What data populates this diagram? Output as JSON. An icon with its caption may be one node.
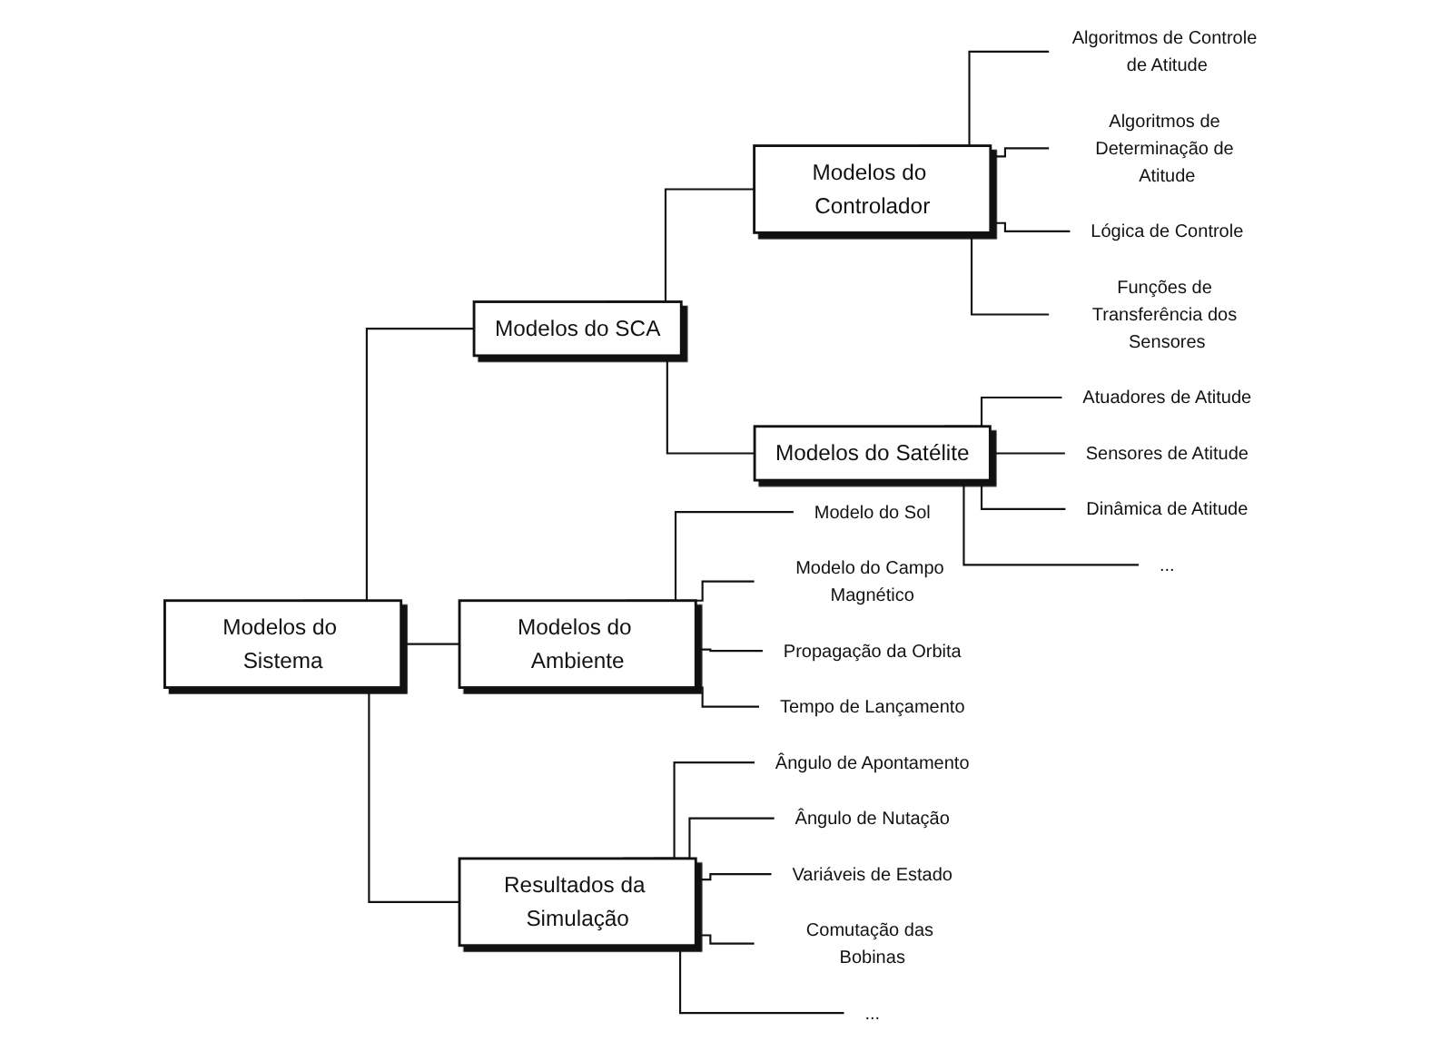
{
  "diagram": {
    "nodes": [
      {
        "text": [
          "Modelos do Sistema"
        ]
      },
      {
        "text": [
          "Modelos do Ambiente"
        ]
      },
      {
        "text": [
          "Modelos do SCA"
        ]
      },
      {
        "text": [
          "Resultados da Simulação"
        ]
      },
      {
        "text": [
          "Modelos do Controlador"
        ]
      },
      {
        "text": [
          "Modelos do Satélite"
        ]
      },
      {
        "text": [
          "Modelo do Sol"
        ]
      },
      {
        "text": [
          "Modelo do Campo Magnético"
        ]
      },
      {
        "text": [
          "Propagação da Orbita"
        ]
      },
      {
        "text": [
          "Tempo de Lançamento"
        ]
      },
      {
        "text": [
          "Algoritmos de Controle de Atitude"
        ]
      },
      {
        "text": [
          "Algoritmos de Determinação de Atitude"
        ]
      },
      {
        "text": [
          "Lógica de Controle"
        ]
      },
      {
        "text": [
          "Funções de Transferência dos Sensores"
        ]
      },
      {
        "text": [
          "Atuadores de Atitude"
        ]
      },
      {
        "text": [
          "Sensores de Atitude"
        ]
      },
      {
        "text": [
          "Dinâmica de Atitude"
        ]
      },
      {
        "text": [
          "..."
        ]
      },
      {
        "text": [
          "Ângulo de Apontamento"
        ]
      },
      {
        "text": [
          "Ângulo de Nutação"
        ]
      },
      {
        "text": [
          "Variáveis de Estado"
        ]
      },
      {
        "text": [
          "Comutação das Bobinas"
        ]
      },
      {
        "text": [
          "..."
        ]
      }
    ],
    "edges": [
      {
        "from": 0,
        "to": 1,
        "arrow": "none"
      },
      {
        "from": 0,
        "to": 2,
        "arrow": "none"
      },
      {
        "from": 0,
        "to": 3,
        "arrow": "none"
      },
      {
        "from": 2,
        "to": 4,
        "arrow": "none"
      },
      {
        "from": 2,
        "to": 5,
        "arrow": "none"
      },
      {
        "from": 1,
        "to": 6,
        "arrow": "none"
      },
      {
        "from": 1,
        "to": 7,
        "arrow": "none"
      },
      {
        "from": 1,
        "to": 8,
        "arrow": "none"
      },
      {
        "from": 1,
        "to": 9,
        "arrow": "none"
      },
      {
        "from": 4,
        "to": 10,
        "arrow": "none"
      },
      {
        "from": 4,
        "to": 11,
        "arrow": "none"
      },
      {
        "from": 4,
        "to": 12,
        "arrow": "none"
      },
      {
        "from": 4,
        "to": 13,
        "arrow": "none"
      },
      {
        "from": 5,
        "to": 14,
        "arrow": "none"
      },
      {
        "from": 5,
        "to": 15,
        "arrow": "none"
      },
      {
        "from": 5,
        "to": 16,
        "arrow": "none"
      },
      {
        "from": 5,
        "to": 17,
        "arrow": "none"
      },
      {
        "from": 3,
        "to": 18,
        "arrow": "none"
      },
      {
        "from": 3,
        "to": 19,
        "arrow": "none"
      },
      {
        "from": 3,
        "to": 20,
        "arrow": "none"
      },
      {
        "from": 3,
        "to": 21,
        "arrow": "none"
      },
      {
        "from": 3,
        "to": 22,
        "arrow": "none"
      }
    ]
  }
}
